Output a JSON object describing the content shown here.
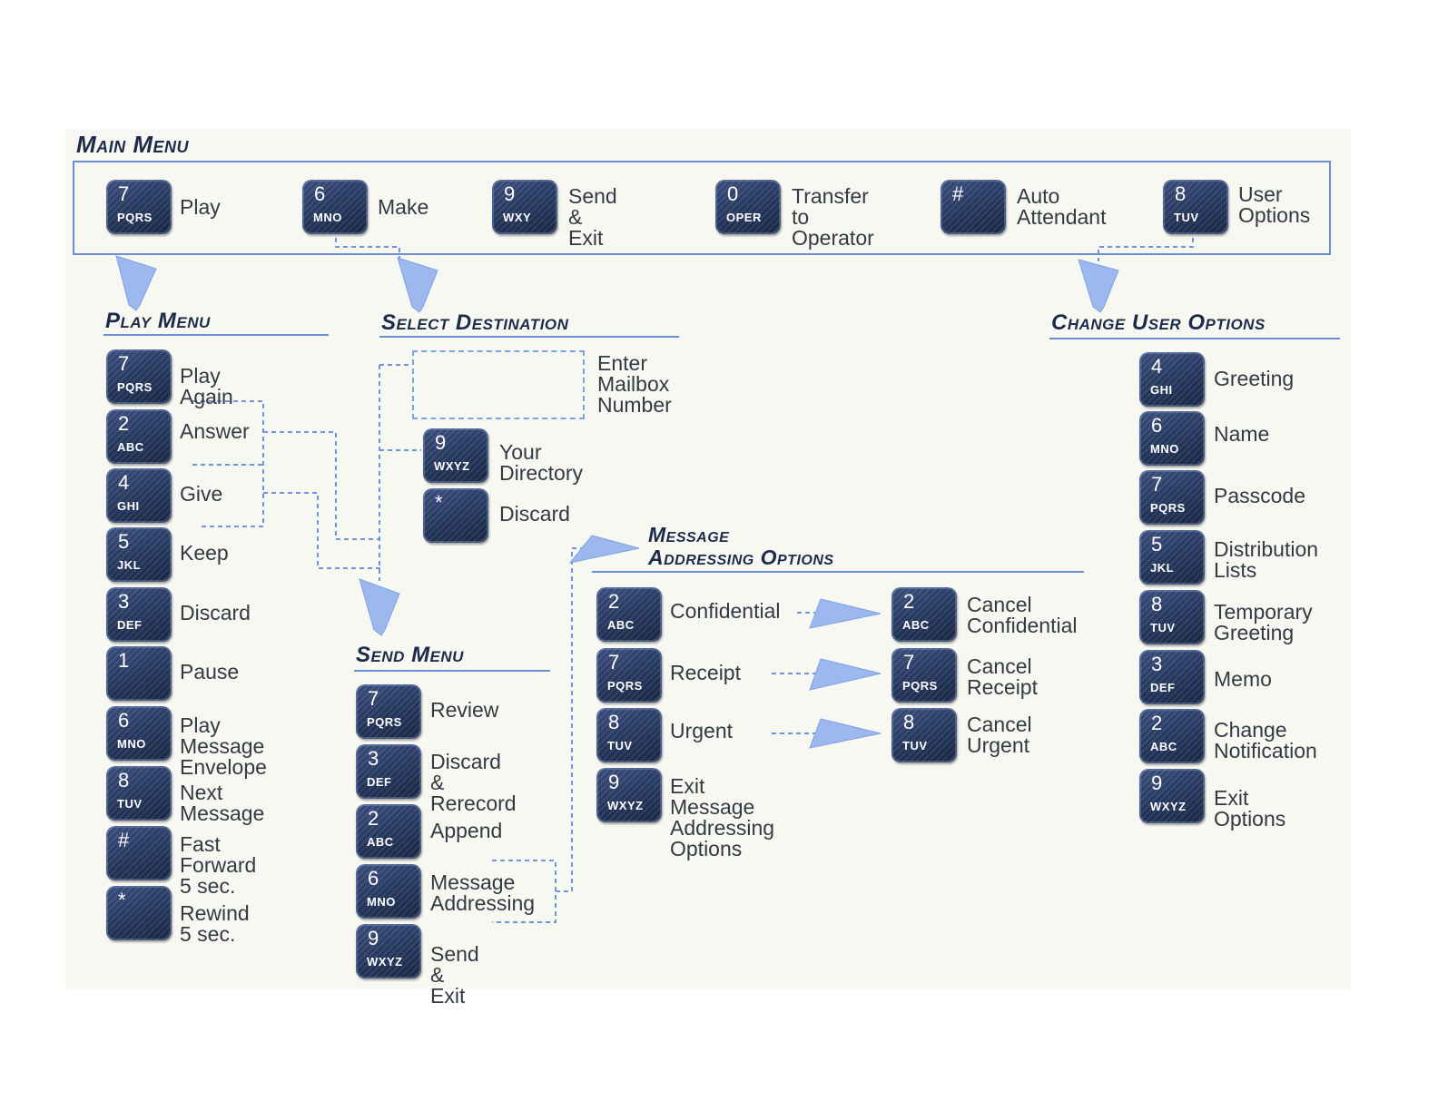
{
  "main_menu": {
    "title": "Main Menu",
    "items": [
      {
        "digit": "7",
        "letters": "PQRS",
        "label": "Play"
      },
      {
        "digit": "6",
        "letters": "MNO",
        "label": "Make"
      },
      {
        "digit": "9",
        "letters": "WXY",
        "label": "Send\n& Exit"
      },
      {
        "digit": "0",
        "letters": "OPER",
        "label": "Transfer\nto Operator"
      },
      {
        "digit": "#",
        "letters": "",
        "label": "Auto\nAttendant"
      },
      {
        "digit": "8",
        "letters": "TUV",
        "label": "User\nOptions"
      }
    ]
  },
  "play_menu": {
    "title": "Play Menu",
    "items": [
      {
        "digit": "7",
        "letters": "PQRS",
        "label": "Play Again"
      },
      {
        "digit": "2",
        "letters": "ABC",
        "label": "Answer"
      },
      {
        "digit": "4",
        "letters": "GHI",
        "label": "Give"
      },
      {
        "digit": "5",
        "letters": "JKL",
        "label": "Keep"
      },
      {
        "digit": "3",
        "letters": "DEF",
        "label": "Discard"
      },
      {
        "digit": "1",
        "letters": "",
        "label": "Pause"
      },
      {
        "digit": "6",
        "letters": "MNO",
        "label": "Play Message\nEnvelope"
      },
      {
        "digit": "8",
        "letters": "TUV",
        "label": "Next Message"
      },
      {
        "digit": "#",
        "letters": "",
        "label": "Fast Forward\n5 sec."
      },
      {
        "digit": "*",
        "letters": "",
        "label": "Rewind 5 sec."
      }
    ]
  },
  "select_destination": {
    "title": "Select Destination",
    "mailbox_label": "Enter\nMailbox\nNumber",
    "items": [
      {
        "digit": "9",
        "letters": "WXYZ",
        "label": "Your Directory"
      },
      {
        "digit": "*",
        "letters": "",
        "label": "Discard"
      }
    ]
  },
  "send_menu": {
    "title": "Send Menu",
    "items": [
      {
        "digit": "7",
        "letters": "PQRS",
        "label": "Review"
      },
      {
        "digit": "3",
        "letters": "DEF",
        "label": "Discard\n& Rerecord"
      },
      {
        "digit": "2",
        "letters": "ABC",
        "label": "Append"
      },
      {
        "digit": "6",
        "letters": "MNO",
        "label": "Message\nAddressing"
      },
      {
        "digit": "9",
        "letters": "WXYZ",
        "label": "Send & Exit"
      }
    ]
  },
  "message_addressing": {
    "title_line1": "Message",
    "title_line2": "Addressing Options",
    "items": [
      {
        "digit": "2",
        "letters": "ABC",
        "label": "Confidential"
      },
      {
        "digit": "7",
        "letters": "PQRS",
        "label": "Receipt"
      },
      {
        "digit": "8",
        "letters": "TUV",
        "label": "Urgent"
      },
      {
        "digit": "9",
        "letters": "WXYZ",
        "label": "Exit Message\nAddressing Options"
      }
    ],
    "cancel_items": [
      {
        "digit": "2",
        "letters": "ABC",
        "label": "Cancel\nConfidential"
      },
      {
        "digit": "7",
        "letters": "PQRS",
        "label": "Cancel\nReceipt"
      },
      {
        "digit": "8",
        "letters": "TUV",
        "label": "Cancel\nUrgent"
      }
    ]
  },
  "change_user_options": {
    "title": "Change User Options",
    "items": [
      {
        "digit": "4",
        "letters": "GHI",
        "label": "Greeting"
      },
      {
        "digit": "6",
        "letters": "MNO",
        "label": "Name"
      },
      {
        "digit": "7",
        "letters": "PQRS",
        "label": "Passcode"
      },
      {
        "digit": "5",
        "letters": "JKL",
        "label": "Distribution\nLists"
      },
      {
        "digit": "8",
        "letters": "TUV",
        "label": "Temporary\nGreeting"
      },
      {
        "digit": "3",
        "letters": "DEF",
        "label": "Memo"
      },
      {
        "digit": "2",
        "letters": "ABC",
        "label": "Change\nNotification"
      },
      {
        "digit": "9",
        "letters": "WXYZ",
        "label": "Exit Options"
      }
    ]
  },
  "colors": {
    "key": "#2d3f66",
    "accent": "#6b8fd3",
    "arrow": "#9cb8ee",
    "panel": "#f8f8f3",
    "heading": "#1d2a4a"
  }
}
